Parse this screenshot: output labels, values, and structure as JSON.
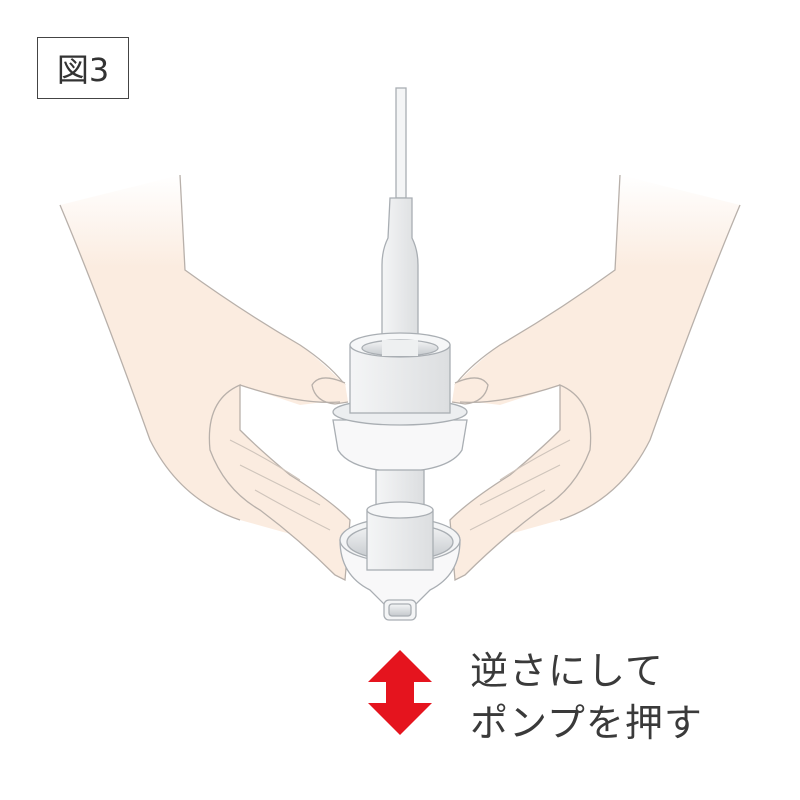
{
  "figure_label": "図3",
  "instruction": {
    "line1": "逆さにして",
    "line2": "ポンプを押す"
  },
  "colors": {
    "skin": "#fbece0",
    "outline": "#b8b0aa",
    "arrow": "#e5141e",
    "text": "#3a3a3a"
  },
  "icons": [
    "up-down-arrow-icon"
  ]
}
